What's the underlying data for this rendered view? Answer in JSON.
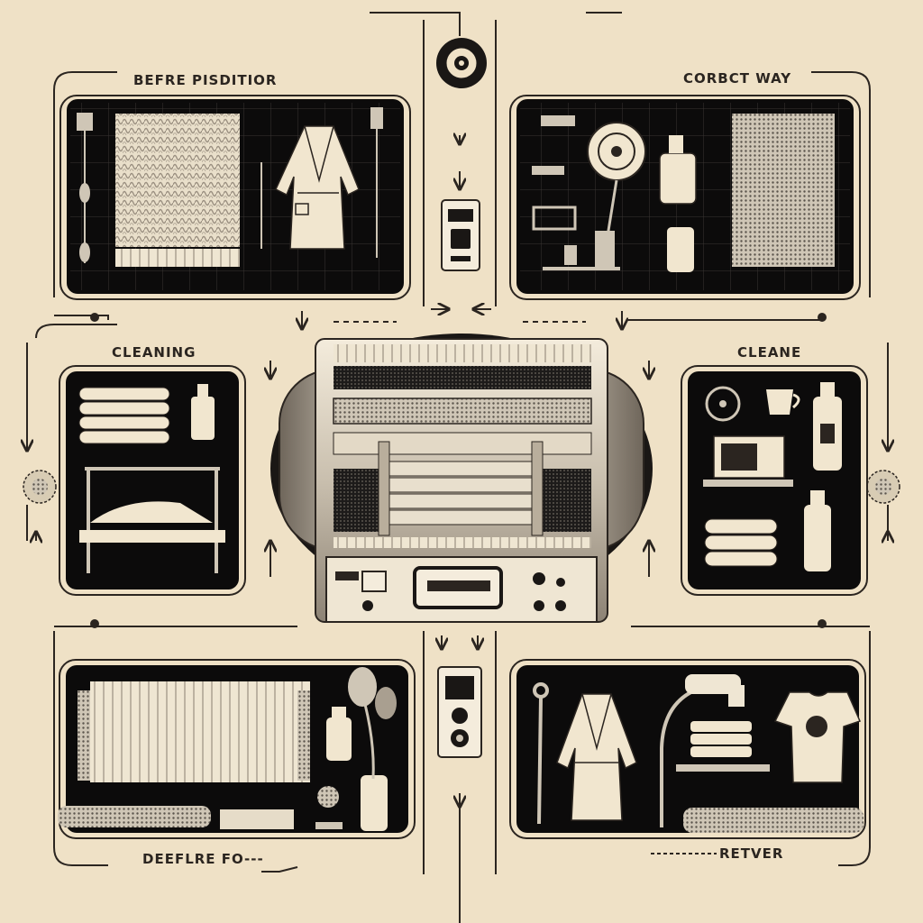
{
  "labels": {
    "top_left": "BEFRE PISDITIOR",
    "top_right": "CORBCT WAY",
    "mid_left": "CLEANING",
    "mid_right": "CLEANE",
    "bottom_left": "DEEFLRE FO---",
    "bottom_right": "RETVER"
  },
  "colors": {
    "background": "#efe1c6",
    "panel": "#0c0b0b",
    "ink": "#2b2520",
    "cream": "#f1e6cf"
  },
  "icons": {
    "top_left": [
      "towel-stack-icon",
      "bathrobe-icon"
    ],
    "top_right": [
      "fan-icon",
      "spray-bottle-icon",
      "towel-icon"
    ],
    "mid_left": [
      "folded-towels-icon",
      "bottle-icon",
      "bed-icon"
    ],
    "mid_right": [
      "clock-icon",
      "cup-icon",
      "laptop-icon",
      "bottle-icon",
      "towels-icon"
    ],
    "bottom_left": [
      "towel-icon",
      "plant-icon",
      "bottle-icon"
    ],
    "bottom_right": [
      "bathrobe-icon",
      "steamer-icon",
      "tshirt-icon"
    ],
    "center": [
      "washing-machine-icon",
      "control-panel-icon"
    ]
  }
}
